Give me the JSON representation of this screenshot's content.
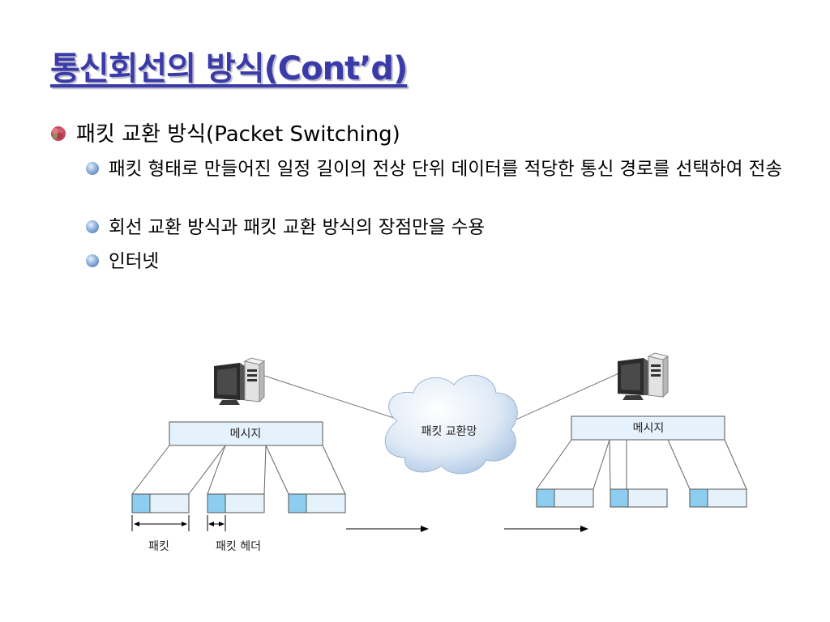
{
  "slide": {
    "title": "통신회선의 방식(Cont’d)",
    "heading": "패킷 교환 방식(Packet Switching)",
    "bullets": [
      "패킷 형태로 만들어진 일정 길이의 전상 단위 데이터를 적당한 통신 경로를 선택하여 전송",
      "회선 교환 방식과 패킷 교환 방식의 장점만을 수용",
      "인터넷"
    ]
  },
  "diagram": {
    "left_message": "메시지",
    "right_message": "메시지",
    "network": "패킷 교환망",
    "packet_label": "패킷",
    "header_label": "패킷 헤더"
  },
  "colors": {
    "title": "#3a3aa8",
    "bullet_icon": "#7fa6d6",
    "message_fill": "#e6f2fb",
    "header_fill": "#8dcdf0",
    "cloud_fill": "#d9e8f6"
  }
}
